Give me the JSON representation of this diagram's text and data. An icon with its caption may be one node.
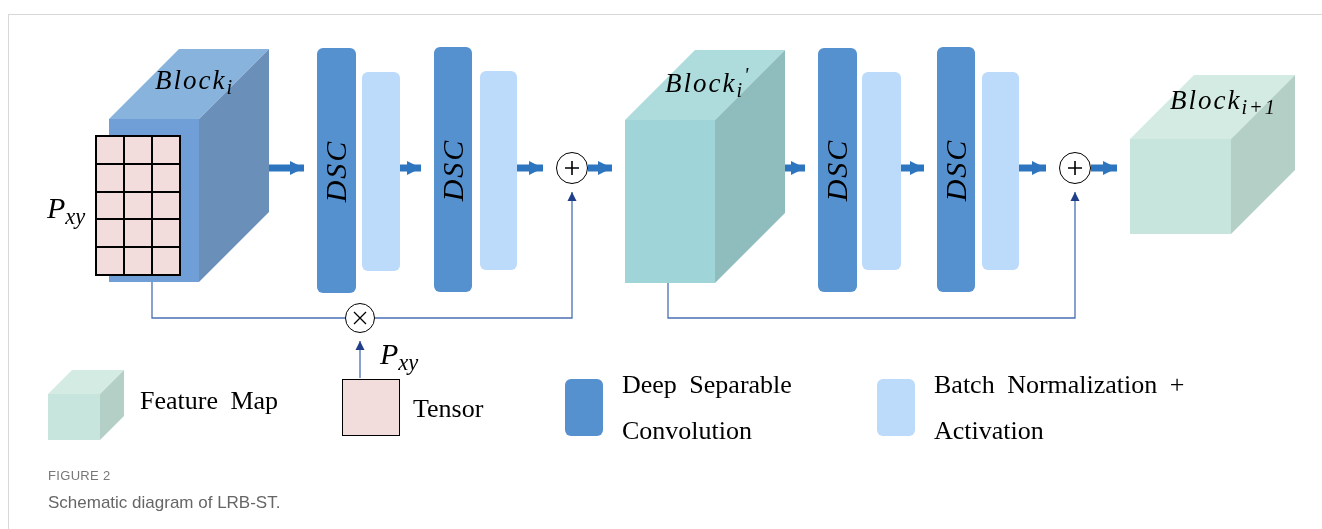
{
  "diagram": {
    "caption": "Schematic diagram of LRB-ST.",
    "nodes": [
      {
        "text": [
          "Block$_{i}$"
        ]
      },
      {
        "text": [],
        "shape": "box",
        "beside": [
          "P$_{xy}$"
        ]
      },
      {
        "text": [
          "DSC"
        ]
      },
      {
        "text": [],
        "shape": "bar"
      },
      {
        "text": [
          "DSC"
        ]
      },
      {
        "text": [],
        "shape": "bar"
      },
      {
        "text": [],
        "shape": "circle"
      },
      {
        "text": [
          "Block$_{i}$$^{'}$"
        ]
      },
      {
        "text": [
          "DSC"
        ]
      },
      {
        "text": [],
        "shape": "bar"
      },
      {
        "text": [
          "DSC"
        ]
      },
      {
        "text": [],
        "shape": "bar"
      },
      {
        "text": [],
        "shape": "circle"
      },
      {
        "text": [
          "Block$_{i+1}$"
        ]
      },
      {
        "text": [],
        "shape": "circle",
        "beside": [
          "P$_{xy}$"
        ]
      }
    ],
    "edges": [
      {
        "from": 0,
        "to": 2,
        "arrow": "to"
      },
      {
        "from": 3,
        "to": 4,
        "arrow": "to"
      },
      {
        "from": 5,
        "to": 6,
        "arrow": "to"
      },
      {
        "from": 6,
        "to": 7,
        "arrow": "to"
      },
      {
        "from": 7,
        "to": 8,
        "arrow": "to"
      },
      {
        "from": 9,
        "to": 10,
        "arrow": "to"
      },
      {
        "from": 11,
        "to": 12,
        "arrow": "to"
      },
      {
        "from": 12,
        "to": 13,
        "arrow": "to"
      },
      {
        "from": 1,
        "to": 14,
        "arrow": "none",
        "color": "#4a6fb5"
      },
      {
        "from": 14,
        "to": 6,
        "arrow": "to",
        "color": "#4a6fb5"
      },
      {
        "from": null,
        "to": 14,
        "arrow": "to",
        "color": "#4a6fb5"
      },
      {
        "from": 7,
        "to": 12,
        "arrow": "to",
        "color": "#4a6fb5"
      }
    ],
    "labels": [
      "FIGURE 2"
    ],
    "legend": [
      {
        "text": "Feature Map"
      },
      {
        "text": "Tensor",
        "color": "#f2dcdc"
      },
      {
        "text": "Deep Separable Convolution",
        "color": "#5590cf"
      },
      {
        "text": "Batch Normalization + Activation",
        "color": "#bcdaf9"
      }
    ]
  }
}
